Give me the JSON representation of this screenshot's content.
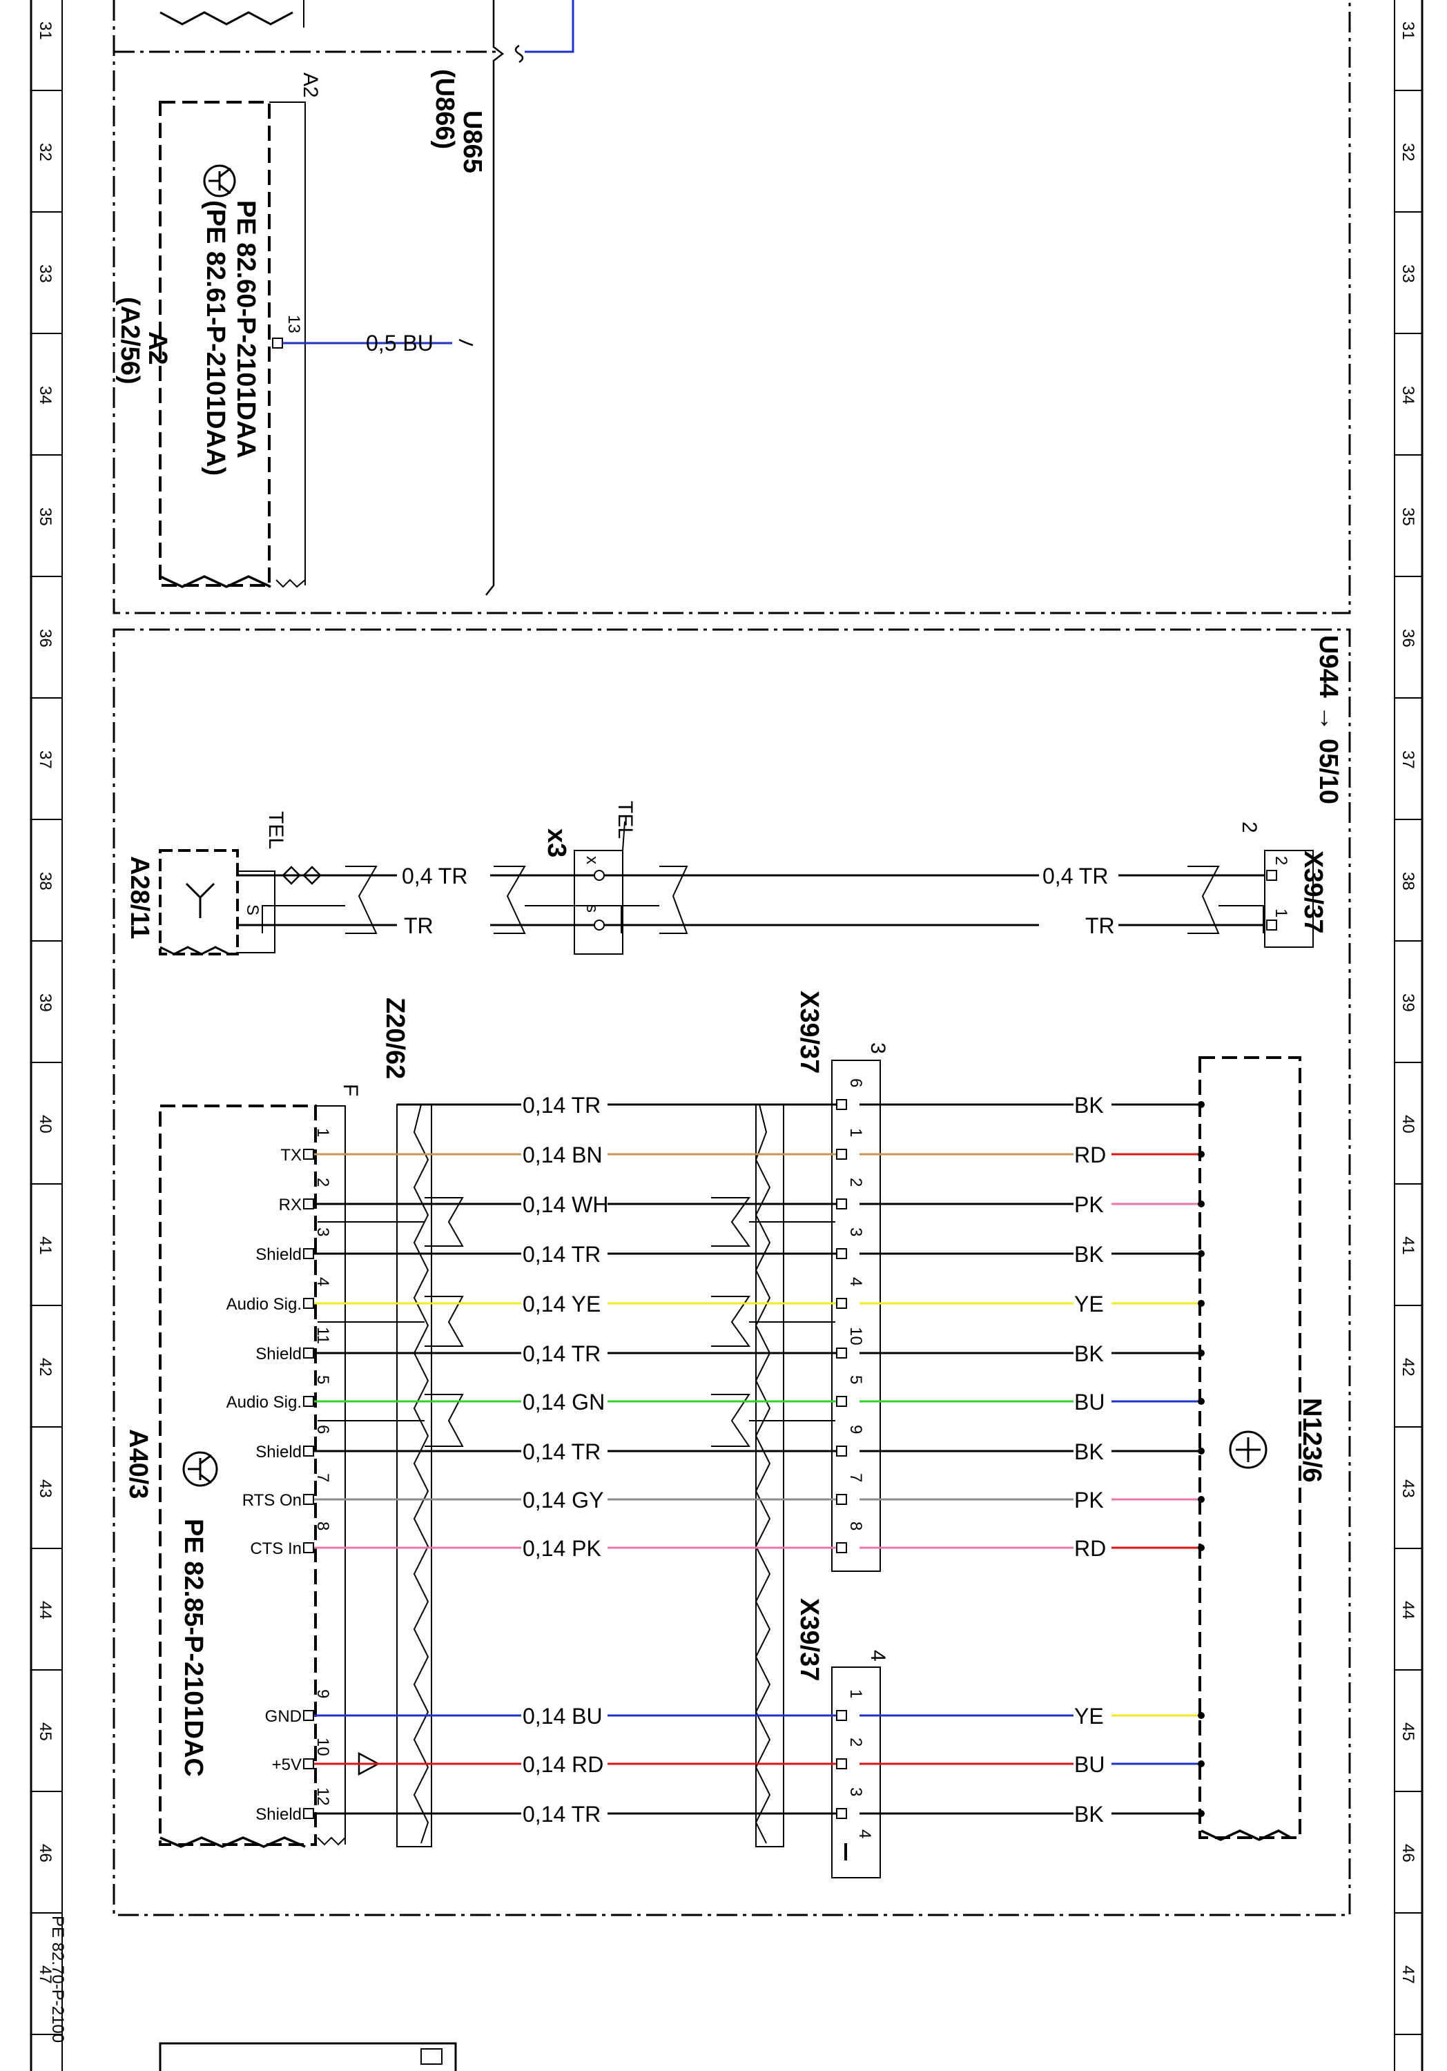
{
  "page": {
    "ruler_rows": [
      "31",
      "32",
      "33",
      "34",
      "35",
      "36",
      "37",
      "38",
      "39",
      "40",
      "41",
      "42",
      "43",
      "44",
      "45",
      "46",
      "47"
    ],
    "doc_ref": "PE 82.70-P-2100"
  },
  "blocks": {
    "a2": {
      "ref_top": "A2",
      "label": "A2",
      "label_alt": "(A2/56)",
      "ref_line1": "PE 82.60-P-2101DAA",
      "ref_line2": "(PE 82.61-P-2101DAA)",
      "pin": "13",
      "wire_label": "0,5 BU"
    },
    "u865": {
      "line1": "U865",
      "line2": "(U866)"
    },
    "u944": {
      "label": "U944 → 05/10"
    },
    "a28": {
      "label": "A28/11",
      "tel": "TEL",
      "pin_tel": "TEL",
      "pin_s": "S"
    },
    "x3": {
      "label": "x3",
      "tel": "TEL",
      "pin_x": "x",
      "pin_s": "s"
    },
    "x39_37_tel": {
      "label": "X39/37",
      "pin_ref": "2",
      "pin_2": "2",
      "pin_1": "1"
    },
    "tel_wires": {
      "w1_left": "0,4  TR",
      "w1_right": "0,4  TR",
      "w2_left": "TR",
      "w2_right": "TR"
    },
    "a40": {
      "label": "A40/3",
      "ref": "PE  82.85-P-2101DAC",
      "ref_pin": "F"
    },
    "z20": {
      "label": "Z20/62"
    },
    "x39_37_a": {
      "label": "X39/37",
      "ref": "3"
    },
    "x39_37_b": {
      "label": "X39/37",
      "ref": "4"
    },
    "n123": {
      "label": "N123/6"
    }
  },
  "colors": {
    "TR": "#000000",
    "BN": "#c8955a",
    "WH": "#000000",
    "YE": "#f0ea1e",
    "GN": "#32d22d",
    "GY": "#8c8c8c",
    "PK": "#e878ac",
    "BU": "#1e32c8",
    "RD": "#dc1414",
    "BK": "#000000"
  },
  "harness": [
    {
      "sig": "",
      "pinA": "",
      "lblA": "0,14  TR",
      "pinX": "6",
      "lblB": "BK"
    },
    {
      "sig": "TX",
      "pinA": "1",
      "lblA": "0,14  BN",
      "pinX": "1",
      "lblB": "RD"
    },
    {
      "sig": "RX",
      "pinA": "2",
      "lblA": "0,14  WH",
      "pinX": "2",
      "lblB": "PK"
    },
    {
      "sig": "Shield",
      "pinA": "3",
      "lblA": "0,14  TR",
      "pinX": "3",
      "lblB": "BK"
    },
    {
      "sig": "Audio Sig.",
      "pinA": "4",
      "lblA": "0,14  YE",
      "pinX": "4",
      "lblB": "YE"
    },
    {
      "sig": "Shield",
      "pinA": "11",
      "lblA": "0,14  TR",
      "pinX": "10",
      "lblB": "BK"
    },
    {
      "sig": "Audio Sig.",
      "pinA": "5",
      "lblA": "0,14  GN",
      "pinX": "5",
      "lblB": "BU"
    },
    {
      "sig": "Shield",
      "pinA": "6",
      "lblA": "0,14  TR",
      "pinX": "9",
      "lblB": "BK"
    },
    {
      "sig": "RTS On",
      "pinA": "7",
      "lblA": "0,14  GY",
      "pinX": "7",
      "lblB": "PK"
    },
    {
      "sig": "CTS In",
      "pinA": "8",
      "lblA": "0,14  PK",
      "pinX": "8",
      "lblB": "RD"
    },
    {
      "sig": "GND",
      "pinA": "9",
      "lblA": "0,14  BU",
      "pinX": "1",
      "lblB": "YE"
    },
    {
      "sig": "+5V",
      "pinA": "10",
      "lblA": "0,14  RD",
      "pinX": "2",
      "lblB": "BU"
    },
    {
      "sig": "Shield",
      "pinA": "12",
      "lblA": "0,14  TR",
      "pinX": "3",
      "lblB": "BK"
    }
  ],
  "x39_b_extra_pin": "4"
}
